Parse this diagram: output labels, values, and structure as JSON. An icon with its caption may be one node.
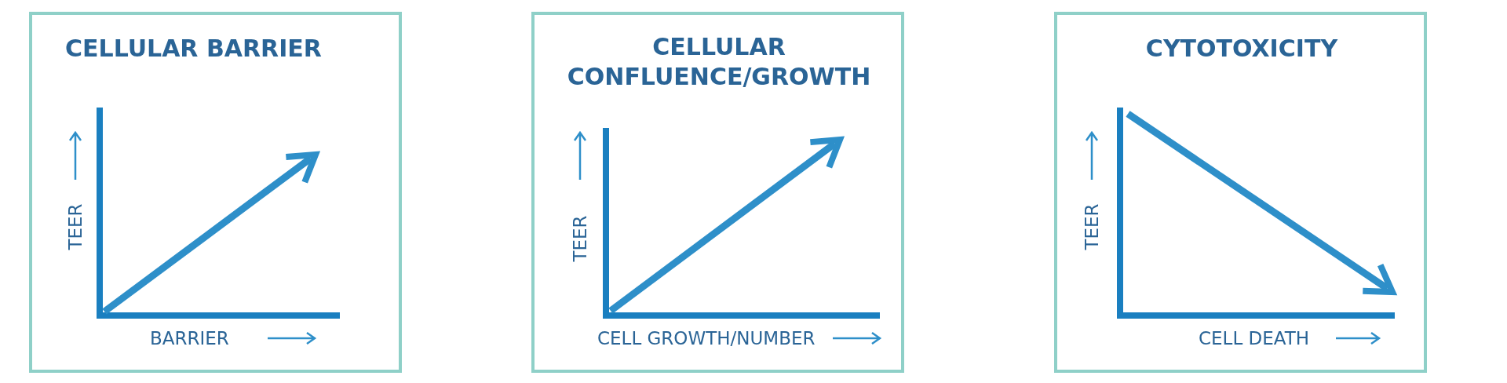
{
  "diagram": {
    "nodes": [
      {
        "text": [
          "CELLULAR BARRIER"
        ]
      },
      {
        "text": [
          "CELLULAR CONFLUENCE/GROWTH"
        ]
      },
      {
        "text": [
          "CYTOTOXICITY"
        ]
      }
    ],
    "labels": [
      "TEER",
      "BARRIER",
      "TEER",
      "CELL GROWTH/NUMBER",
      "TEER",
      "CELL DEATH"
    ]
  }
}
